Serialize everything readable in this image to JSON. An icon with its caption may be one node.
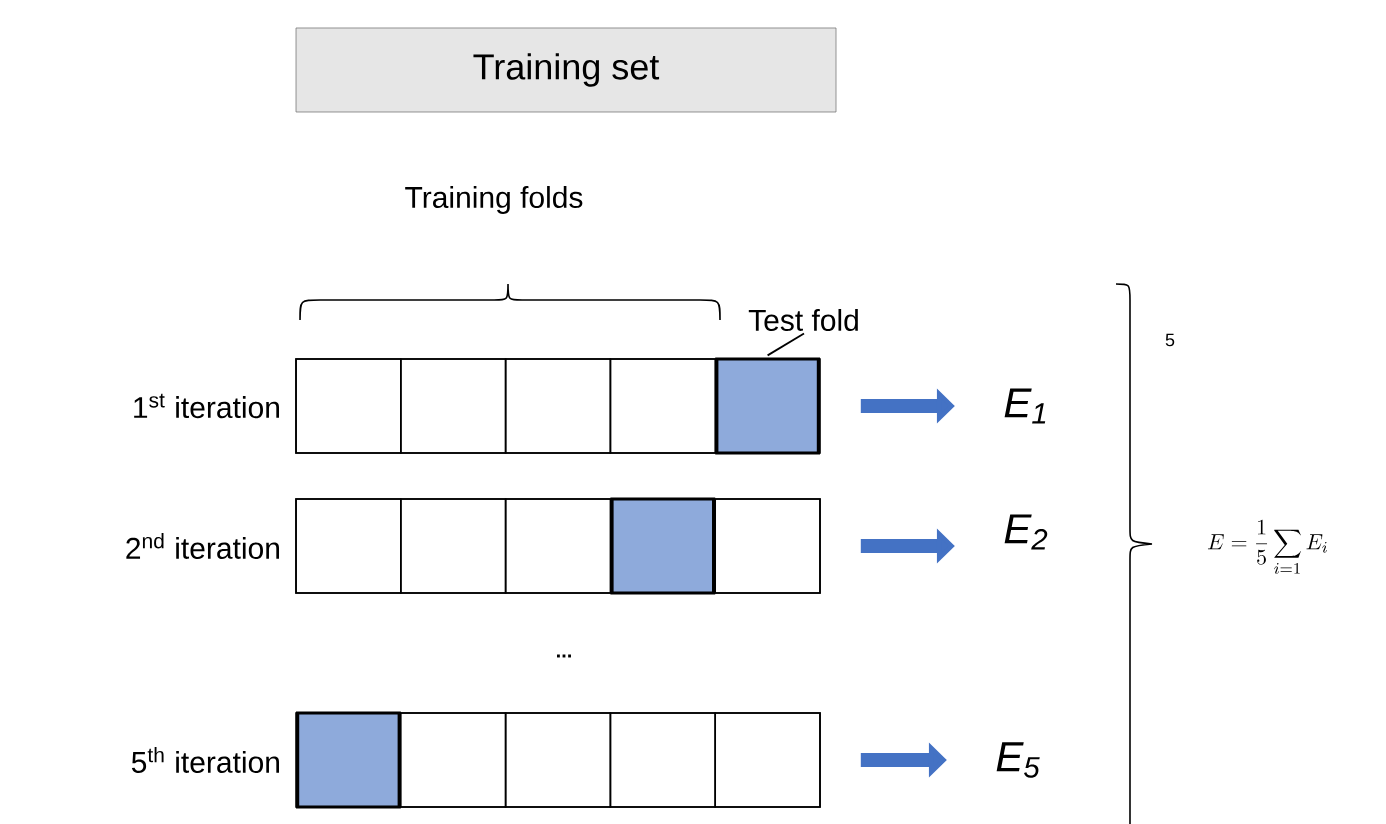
{
  "diagram": {
    "nodes": [
      {
        "text": [
          "Training set"
        ]
      },
      {
        "text": [],
        "shape": "box",
        "beside": [
          "1$^{st}$ iteration"
        ]
      },
      {
        "text": [],
        "shape": "box",
        "in": 1
      },
      {
        "text": [],
        "shape": "box",
        "in": 1
      },
      {
        "text": [],
        "shape": "box",
        "in": 1
      },
      {
        "text": [],
        "shape": "box",
        "in": 1
      },
      {
        "text": [],
        "shape": "box",
        "in": 1
      },
      {
        "text": [],
        "shape": "box",
        "beside": [
          "2$^{nd}$ iteration"
        ]
      },
      {
        "text": [],
        "shape": "box",
        "in": 7
      },
      {
        "text": [],
        "shape": "box",
        "in": 7
      },
      {
        "text": [],
        "shape": "box",
        "in": 7
      },
      {
        "text": [],
        "shape": "box",
        "in": 7
      },
      {
        "text": [],
        "shape": "box",
        "in": 7
      },
      {
        "text": [],
        "shape": "box",
        "beside": [
          "5$^{th}$ iteration"
        ]
      },
      {
        "text": [],
        "shape": "box",
        "in": 13
      },
      {
        "text": [],
        "shape": "box",
        "in": 13
      },
      {
        "text": [],
        "shape": "box",
        "in": 13
      },
      {
        "text": [],
        "shape": "box",
        "in": 13
      },
      {
        "text": [],
        "shape": "box",
        "in": 13
      },
      {
        "text": [
          "Test fold"
        ]
      },
      {
        "text": [
          "E$_{1}$"
        ]
      },
      {
        "text": [
          "E$_{2}$"
        ]
      },
      {
        "text": [
          "E$_{5}$"
        ]
      }
    ],
    "edges": [
      {
        "from": 19,
        "to": 6,
        "arrow": "none",
        "color": "#000000"
      },
      {
        "from": 1,
        "to": 20,
        "arrow": "to"
      },
      {
        "from": 7,
        "to": 21,
        "arrow": "to"
      },
      {
        "from": 13,
        "to": 22,
        "arrow": "to"
      }
    ],
    "labels": [
      "Training folds",
      "...",
      "5",
      "E = \\frac{1}{5} \\sum_{i=1} E_i"
    ]
  }
}
